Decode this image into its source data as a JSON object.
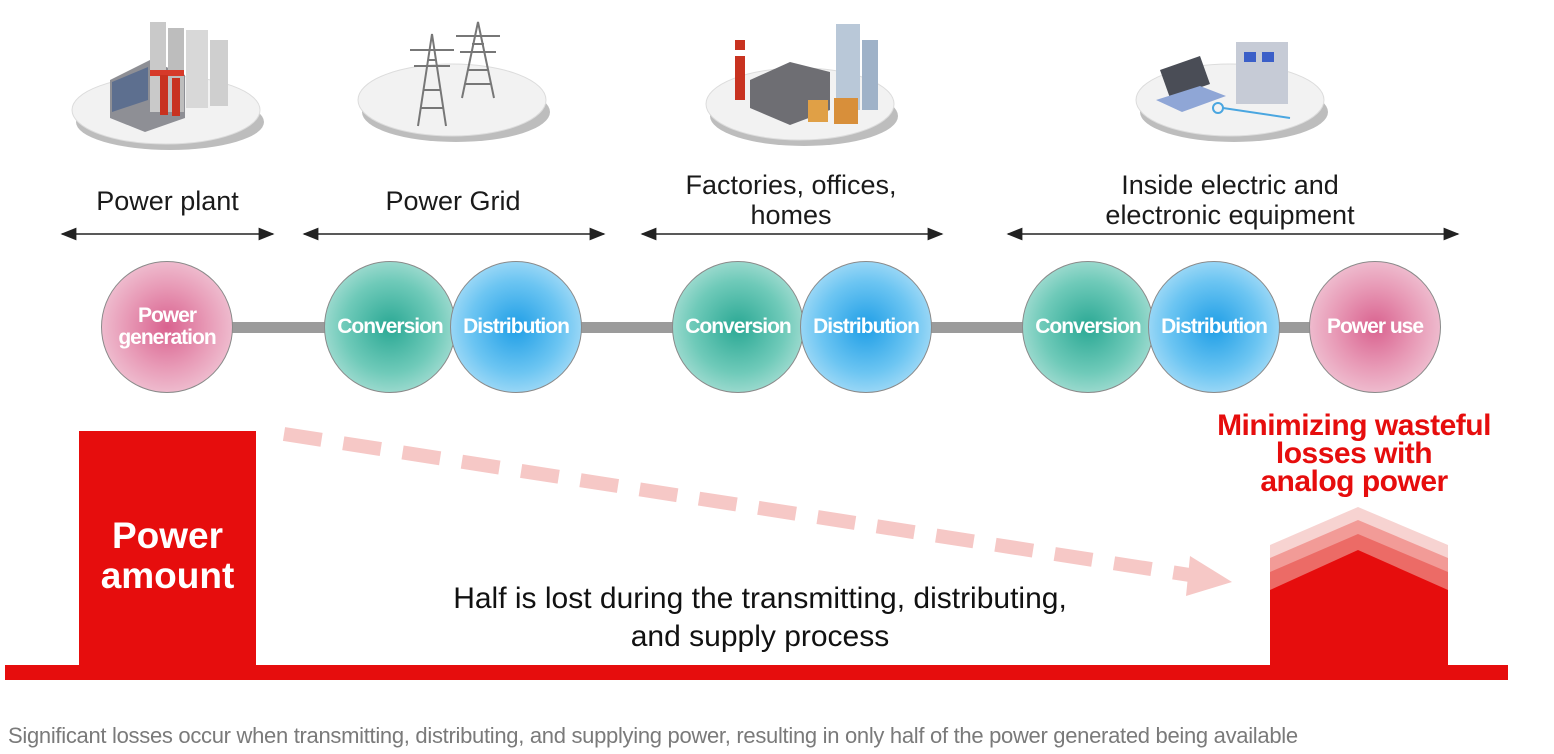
{
  "stages": [
    {
      "label": "Power plant"
    },
    {
      "label": "Power Grid"
    },
    {
      "label_line1": "Factories, offices,",
      "label_line2": "homes"
    },
    {
      "label_line1": "Inside electric and",
      "label_line2": "electronic equipment"
    }
  ],
  "nodes": [
    {
      "line1": "Power",
      "line2": "generation"
    },
    {
      "label": "Conversion"
    },
    {
      "label": "Distribution"
    },
    {
      "label": "Conversion"
    },
    {
      "label": "Distribution"
    },
    {
      "label": "Conversion"
    },
    {
      "label": "Distribution"
    },
    {
      "label": "Power use"
    }
  ],
  "power_amount": {
    "line1": "Power",
    "line2": "amount"
  },
  "loss_text": {
    "line1": "Half is lost during the transmitting, distributing,",
    "line2": "and supply process"
  },
  "analog_text": {
    "line1": "Minimizing wasteful",
    "line2": "losses with",
    "line3": "analog power"
  },
  "caption": "Significant losses occur when transmitting, distributing, and supplying power, resulting in only half of the power generated being available",
  "colors": {
    "red": "#e60d0d",
    "pink_node": "#e89bb7",
    "green_node": "#6fcab9",
    "blue_node": "#6cc5f2",
    "connector": "#9b9b9b",
    "dashed_arrow": "#f6c8c6"
  }
}
